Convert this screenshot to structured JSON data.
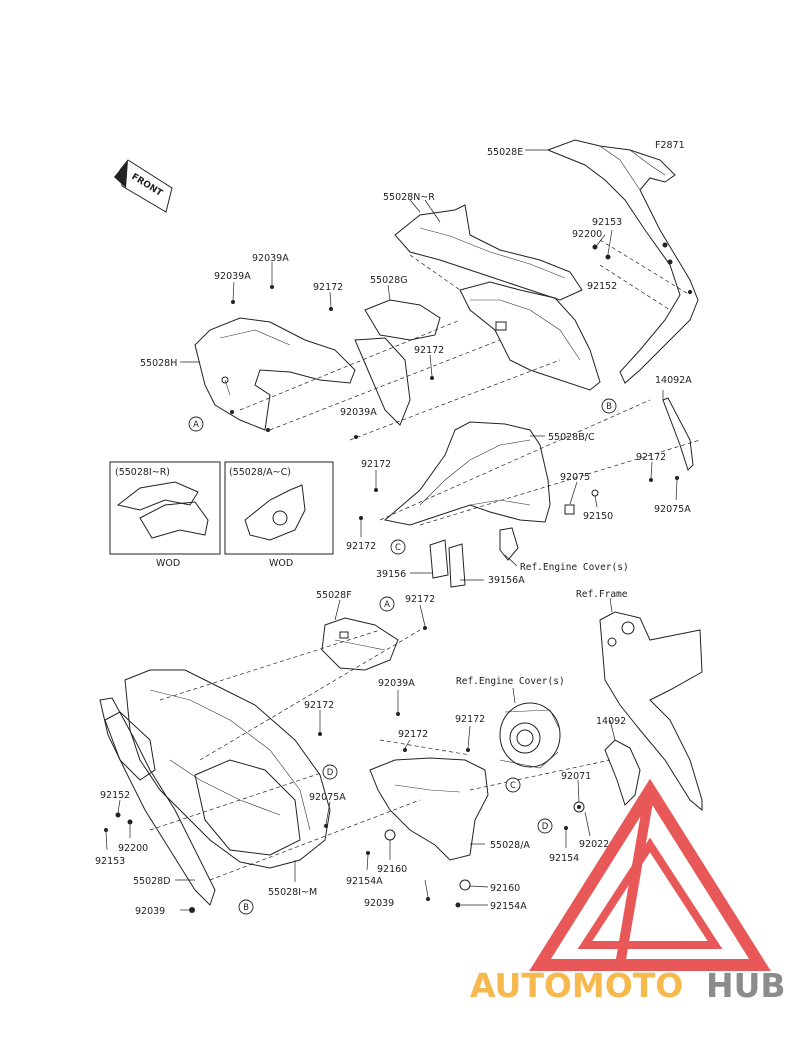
{
  "figure_code": "F2871",
  "front_label": "FRONT",
  "inset_left": {
    "title": "(55028I~R)",
    "caption": "WOD"
  },
  "inset_right": {
    "title": "(55028/A~C)",
    "caption": "WOD"
  },
  "ref_engine_cover": "Ref.Engine Cover(s)",
  "ref_frame": "Ref.Frame",
  "ref_markers": [
    "A",
    "B",
    "C",
    "D"
  ],
  "parts_top": [
    "55028E",
    "55028N~R",
    "92153",
    "92200",
    "92152",
    "92039A",
    "92039A",
    "92172",
    "55028G",
    "55028H",
    "92172",
    "14092A",
    "92039A",
    "55028B/C",
    "92172",
    "92075",
    "92172",
    "92150",
    "92075A",
    "92172",
    "39156",
    "39156A"
  ],
  "parts_bottom": [
    "55028F",
    "92172",
    "92039A",
    "92172",
    "92172",
    "92172",
    "92152",
    "92075A",
    "92200",
    "92153",
    "55028D",
    "55028I~M",
    "92039",
    "92154A",
    "92160",
    "92039",
    "55028/A",
    "92160",
    "92154A",
    "14092",
    "92071",
    "92154",
    "92022"
  ],
  "watermark": {
    "part1": "AUTOMOTO",
    "part2": "HUB",
    "color1": "#f6b94e",
    "color2": "#8c8c8c",
    "logo_color": "#e53b3b"
  }
}
